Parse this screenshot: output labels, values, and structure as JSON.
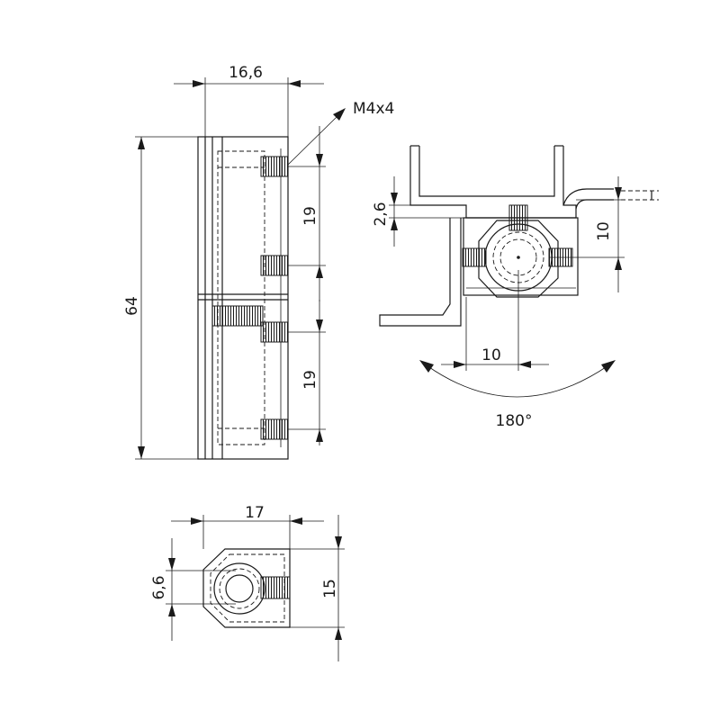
{
  "labels": {
    "front_width": "16,6",
    "thread": "M4x4",
    "total_height": "64",
    "spacing_top": "19",
    "spacing_bottom": "19",
    "offset_top": "2,6",
    "offset_right": "10",
    "offset_bottom": "10",
    "rotation": "180°",
    "plan_width": "17",
    "plan_hole": "6,6",
    "plan_height": "15"
  },
  "colors": {
    "line": "#1a1a1a",
    "background": "#ffffff"
  }
}
